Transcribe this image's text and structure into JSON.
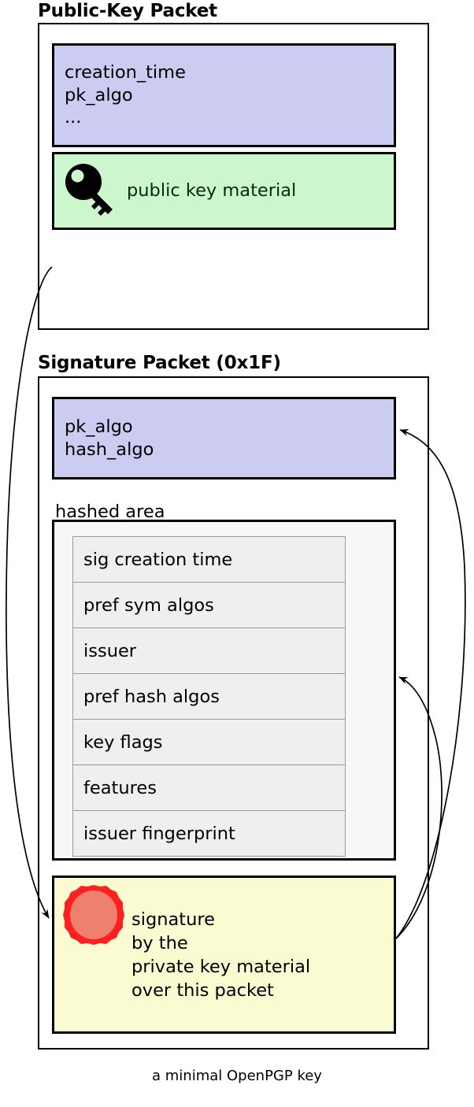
{
  "caption": "a minimal OpenPGP key",
  "packets": [
    {
      "title": "Public-Key Packet",
      "metadata_box": {
        "lines": "creation_time\npk_algo\n..."
      },
      "key_material_box": {
        "icon": "key-icon",
        "label": "public key material"
      }
    },
    {
      "title": "Signature Packet (0x1F)",
      "algo_box": {
        "lines": "pk_algo\nhash_algo"
      },
      "hashed_area": {
        "label": "hashed area",
        "subpackets": [
          "sig creation time",
          "pref sym algos",
          "issuer",
          "pref hash algos",
          "key flags",
          "features",
          "issuer fingerprint"
        ]
      },
      "signature_box": {
        "icon": "wax-seal-icon",
        "lines": "signature\nby the\nprivate key material\nover this packet"
      }
    }
  ],
  "colors": {
    "lavender": "#ccccf2",
    "green": "#ccf7cc",
    "yellow": "#fbfbd2",
    "subpacket_fill": "#efefef",
    "hashed_fill": "#f7f7f7",
    "seal_outer": "#ff2020",
    "seal_inner": "#ef8070",
    "stroke": "#000000"
  }
}
